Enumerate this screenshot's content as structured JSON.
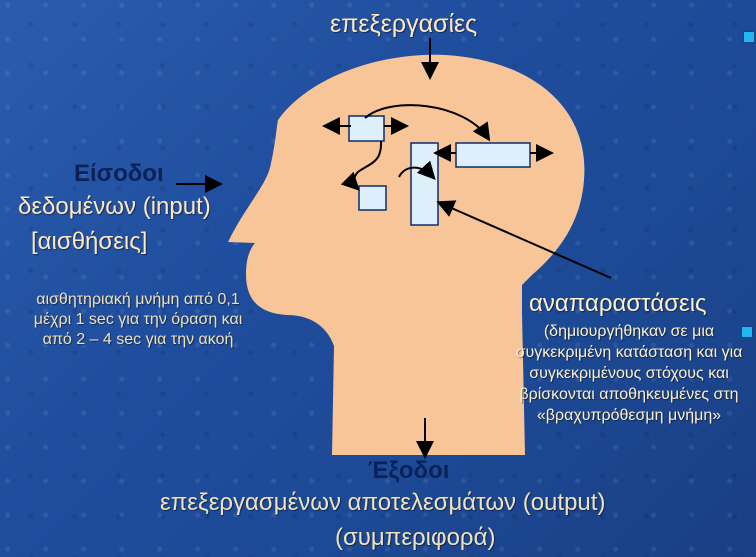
{
  "diagram": {
    "top_label": "επεξεργασίες",
    "input": {
      "title": "Είσοδοι",
      "main": "δεδομένων (input)",
      "sub": "[αισθήσεις]"
    },
    "memory_note": "αισθητηριακή μνήμη από 0,1 μέχρι 1 sec για την όραση και από 2 – 4 sec για την ακοή",
    "representations": {
      "title": "αναπαραστάσεις",
      "note": "(δημιουργήθηκαν σε μια συγκεκριμένη κατάσταση και για συγκεκριμένους στόχους και βρίσκονται αποθηκευμένες στη «βραχυπρόθεσμη μνήμη»"
    },
    "output": {
      "title": "Έξοδοι",
      "main": "επεξεργασμένων αποτελεσμάτων (output)",
      "sub": "(συμπεριφορά)"
    }
  },
  "colors": {
    "background": "#2458a9",
    "head": "#f8c598",
    "box": "#dceffa",
    "text": "#ffe8c0",
    "dark_text": "#0b2258",
    "bullet": "#20b7f0"
  }
}
